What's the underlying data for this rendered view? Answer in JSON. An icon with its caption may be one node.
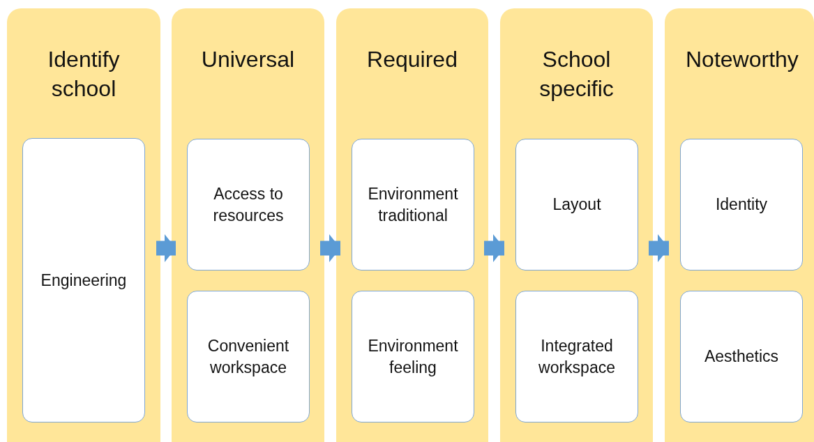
{
  "diagram": {
    "nodes": [
      {
        "text": [
          "Identify school"
        ]
      },
      {
        "text": [
          "Engineering"
        ],
        "in": 0
      },
      {
        "text": [
          "Universal"
        ]
      },
      {
        "text": [
          "Access to resources"
        ],
        "in": 2
      },
      {
        "text": [
          "Convenient workspace"
        ],
        "in": 2
      },
      {
        "text": [
          "Required"
        ]
      },
      {
        "text": [
          "Environment traditional"
        ],
        "in": 5
      },
      {
        "text": [
          "Environment feeling"
        ],
        "in": 5
      },
      {
        "text": [
          "School specific"
        ]
      },
      {
        "text": [
          "Layout"
        ],
        "in": 8
      },
      {
        "text": [
          "Integrated workspace"
        ],
        "in": 8
      },
      {
        "text": [
          "Noteworthy"
        ]
      },
      {
        "text": [
          "Identity"
        ],
        "in": 11
      },
      {
        "text": [
          "Aesthetics"
        ],
        "in": 11
      }
    ],
    "edges": [
      {
        "from": 0,
        "to": 2,
        "arrow": "to"
      },
      {
        "from": 2,
        "to": 5,
        "arrow": "to"
      },
      {
        "from": 5,
        "to": 8,
        "arrow": "to"
      },
      {
        "from": 8,
        "to": 11,
        "arrow": "to"
      }
    ]
  }
}
